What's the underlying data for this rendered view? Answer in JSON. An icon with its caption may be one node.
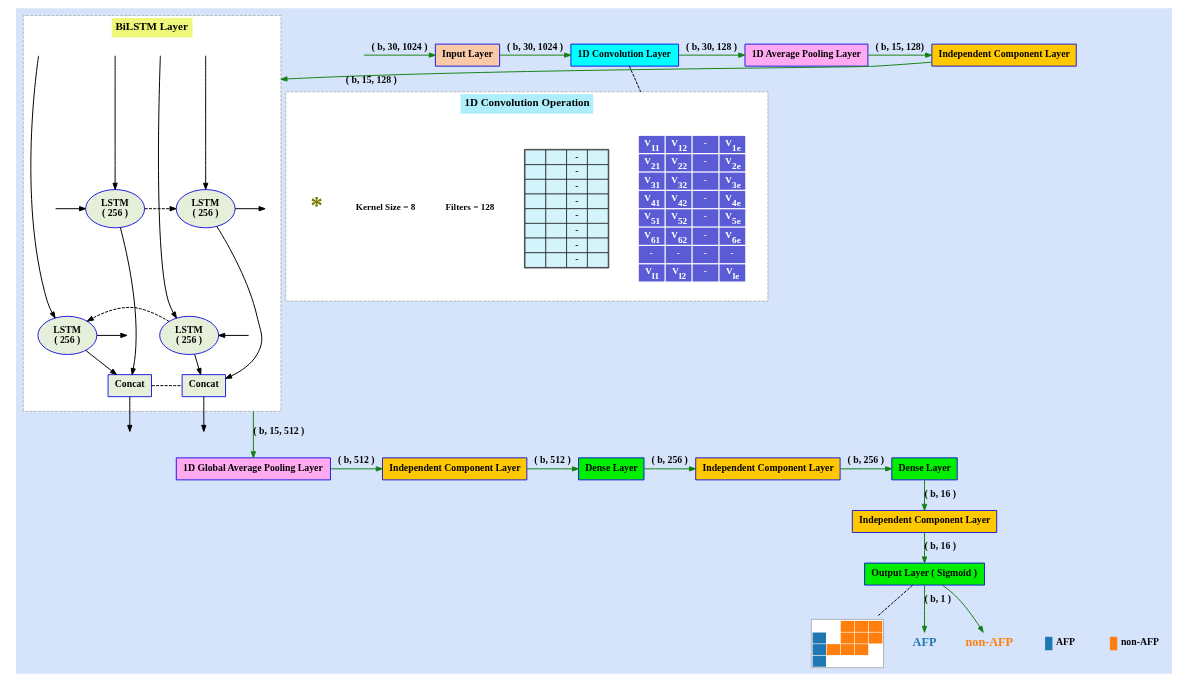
{
  "diagram": {
    "nodes": [
      {
        "text": [
          "Input Layer"
        ]
      },
      {
        "text": [
          "1D Convolution Layer"
        ]
      },
      {
        "text": [
          "1D Average Pooling Layer"
        ]
      },
      {
        "text": [
          "Independent Component Layer"
        ]
      },
      {
        "text": [],
        "shape": "picture"
      },
      {
        "text": [
          "1D Convolution Operation"
        ]
      },
      {
        "text": [
          "V$_{11}$",
          "V$_{12}$",
          "-",
          "V$_{1e}$",
          "V$_{21}$",
          "V$_{22}$",
          "-",
          "V$_{2e}$",
          "V$_{31}$",
          "V$_{32}$",
          "-",
          "V$_{3e}$",
          "V$_{41}$",
          "V$_{42}$",
          "-",
          "V$_{4e}$",
          "V$_{51}$",
          "V$_{52}$",
          "-",
          "V$_{5e}$",
          "V$_{61}$",
          "V$_{62}$",
          "-",
          "V$_{6e}$",
          "-",
          "-",
          "-",
          "-",
          "V$_{l1}$",
          "V$_{l2}$",
          "-",
          "V$_{le}$"
        ],
        "in": 5
      },
      {
        "text": [
          "-",
          "-",
          "-",
          "-",
          "-",
          "-",
          "-",
          "-"
        ],
        "in": 5
      },
      {
        "text": [
          "BiLSTM Layer"
        ]
      },
      {
        "text": [
          "LSTM",
          "( 256 )"
        ],
        "in": 8
      },
      {
        "text": [
          "LSTM",
          "( 256 )"
        ],
        "in": 8
      },
      {
        "text": [
          "LSTM",
          "( 256 )"
        ],
        "in": 8
      },
      {
        "text": [
          "LSTM",
          "( 256 )"
        ],
        "in": 8
      },
      {
        "text": [
          "Concat"
        ],
        "in": 8
      },
      {
        "text": [
          "Concat"
        ],
        "in": 8
      },
      {
        "text": [
          "AFP"
        ]
      },
      {
        "text": [
          "non-AFP"
        ]
      },
      {
        "text": [
          "Output Layer ( Sigmoid )"
        ]
      },
      {
        "text": [
          "Independent Component Layer"
        ]
      },
      {
        "text": [
          "Dense Layer"
        ]
      },
      {
        "text": [
          "Independent Component Layer"
        ]
      },
      {
        "text": [
          "Dense Layer"
        ]
      },
      {
        "text": [
          "Independent Component Layer"
        ]
      },
      {
        "text": [
          "1D Global Average Pooling Layer"
        ]
      }
    ],
    "edges": [
      {
        "from": null,
        "to": 0,
        "arrow": "to",
        "label": "( b, 30, 1024 )",
        "color": "#138013"
      },
      {
        "from": 0,
        "to": 1,
        "arrow": "to",
        "label": "( b, 30, 1024 )",
        "color": "#138013"
      },
      {
        "from": 1,
        "to": 2,
        "arrow": "to",
        "label": "( b, 30, 128 )",
        "color": "#138013"
      },
      {
        "from": 2,
        "to": 3,
        "arrow": "to",
        "label": "( b, 15, 128)",
        "color": "#138013"
      },
      {
        "from": 3,
        "to": 8,
        "arrow": "to",
        "label": "( b, 15, 128 )",
        "color": "#138013"
      },
      {
        "from": 1,
        "to": 5,
        "arrow": "none",
        "style": "dashed",
        "color": "#000000"
      },
      {
        "from": null,
        "to": 9,
        "arrow": "to",
        "color": "#000000"
      },
      {
        "from": null,
        "to": 9,
        "arrow": "to",
        "color": "#000000"
      },
      {
        "from": null,
        "to": 10,
        "arrow": "to",
        "color": "#000000"
      },
      {
        "from": 9,
        "to": 10,
        "arrow": "to",
        "style": "dashed",
        "color": "#000000"
      },
      {
        "from": 10,
        "to": null,
        "arrow": "to",
        "color": "#000000"
      },
      {
        "from": null,
        "to": 11,
        "arrow": "to",
        "color": "#000000"
      },
      {
        "from": null,
        "to": 12,
        "arrow": "to",
        "color": "#000000"
      },
      {
        "from": null,
        "to": 12,
        "arrow": "to",
        "color": "#000000"
      },
      {
        "from": 12,
        "to": 11,
        "arrow": "to",
        "style": "dashed",
        "color": "#000000"
      },
      {
        "from": 11,
        "to": null,
        "arrow": "to",
        "color": "#000000"
      },
      {
        "from": 9,
        "to": 13,
        "arrow": "to",
        "color": "#000000"
      },
      {
        "from": 11,
        "to": 13,
        "arrow": "to",
        "color": "#000000"
      },
      {
        "from": 10,
        "to": 14,
        "arrow": "to",
        "color": "#000000"
      },
      {
        "from": 12,
        "to": 14,
        "arrow": "to",
        "color": "#000000"
      },
      {
        "from": 13,
        "to": 14,
        "arrow": "none",
        "style": "dashed",
        "color": "#000000"
      },
      {
        "from": 13,
        "to": null,
        "arrow": "to",
        "color": "#000000"
      },
      {
        "from": 14,
        "to": null,
        "arrow": "to",
        "color": "#000000"
      },
      {
        "from": 8,
        "to": 23,
        "arrow": "to",
        "label": "( b, 15, 512 )",
        "color": "#138013"
      },
      {
        "from": 23,
        "to": 22,
        "arrow": "to",
        "label": "( b, 512 )",
        "color": "#138013"
      },
      {
        "from": 22,
        "to": 21,
        "arrow": "to",
        "label": "( b, 512 )",
        "color": "#138013"
      },
      {
        "from": 21,
        "to": 20,
        "arrow": "to",
        "label": "( b, 256 )",
        "color": "#138013"
      },
      {
        "from": 20,
        "to": 19,
        "arrow": "to",
        "label": "( b, 256 )",
        "color": "#138013"
      },
      {
        "from": 19,
        "to": 18,
        "arrow": "to",
        "label": "( b, 16 )",
        "color": "#138013"
      },
      {
        "from": 18,
        "to": 17,
        "arrow": "to",
        "label": "( b, 16 )",
        "color": "#138013"
      },
      {
        "from": 17,
        "to": 15,
        "arrow": "to",
        "label": "( b, 1 )",
        "color": "#138013"
      },
      {
        "from": 17,
        "to": 16,
        "arrow": "to",
        "color": "#138013"
      },
      {
        "from": 17,
        "to": 4,
        "arrow": "none",
        "style": "dashed",
        "color": "#000000"
      }
    ],
    "labels": [
      "Filters = 128",
      "Kernel Size = 8",
      "*"
    ],
    "legend": [
      {
        "text": "AFP",
        "color": "#1f77b4"
      },
      {
        "text": "non-AFP",
        "color": "#ff7f0e"
      }
    ]
  }
}
